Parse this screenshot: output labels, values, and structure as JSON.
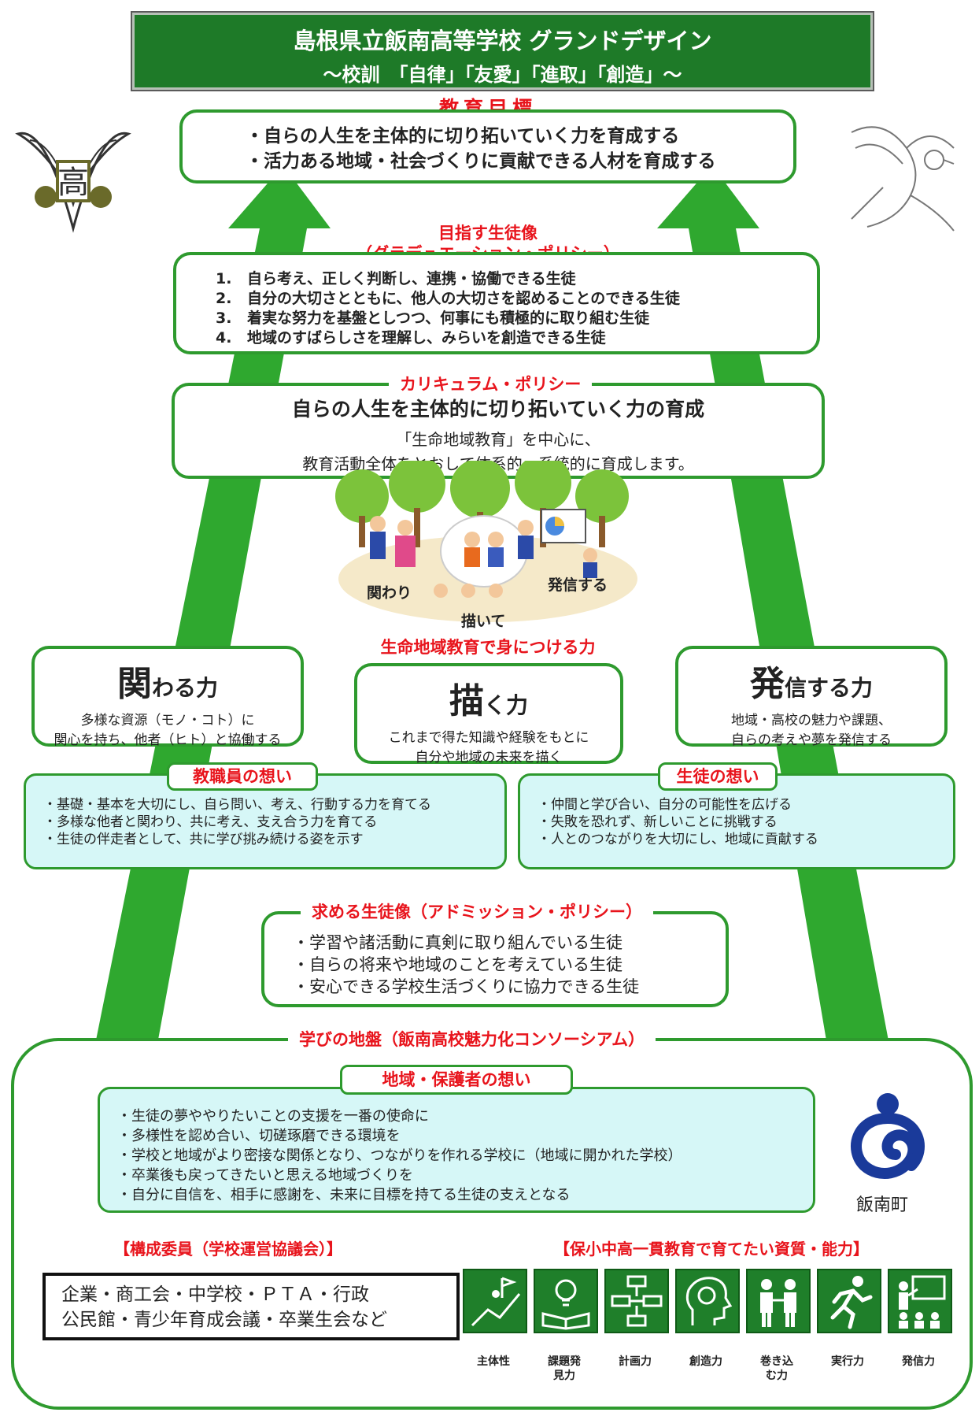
{
  "header": {
    "title": "島根県立飯南高等学校 グランドデザイン",
    "motto": "～校訓　「自律」「友愛」「進取」「創造」～"
  },
  "goals": {
    "heading": "教育目標",
    "items": [
      "・自らの人生を主体的に切り拓いていく力を育成する",
      "・活力ある地域・社会づくりに貢献できる人材を育成する"
    ]
  },
  "graduation": {
    "heading1": "目指す生徒像",
    "heading2": "（グラデュエーション・ポリシー）",
    "items": [
      {
        "num": "1.",
        "text": "自ら考え、正しく判断し、連携・協働できる生徒"
      },
      {
        "num": "2.",
        "text": "自分の大切さとともに、他人の大切さを認めることのできる生徒"
      },
      {
        "num": "3.",
        "text": "着実な努力を基盤としつつ、何事にも積極的に取り組む生徒"
      },
      {
        "num": "4.",
        "text": "地域のすばらしさを理解し、みらいを創造できる生徒"
      }
    ]
  },
  "curriculum": {
    "heading": "カリキュラム・ポリシー",
    "title": "自らの人生を主体的に切り拓いていく力の育成",
    "line1": "「生命地域教育」を中心に、",
    "line2": "教育活動全体をとおして体系的・系統的に育成します。"
  },
  "illustration": {
    "label_left": "関わり",
    "label_center": "描いて",
    "label_right": "発信する"
  },
  "skills": {
    "heading": "生命地域教育で身につける力",
    "items": [
      {
        "big": "関",
        "rest": "わる力",
        "desc1": "多様な資源（モノ・コト）に",
        "desc2": "関心を持ち、他者（ヒト）と協働する"
      },
      {
        "big": "描",
        "rest": "く力",
        "desc1": "これまで得た知識や経験をもとに",
        "desc2": "自分や地域の未来を描く"
      },
      {
        "big": "発",
        "rest": "信する力",
        "desc1": "地域・高校の魅力や課題、",
        "desc2": "自らの考えや夢を発信する"
      }
    ]
  },
  "staff": {
    "heading": "教職員の想い",
    "items": [
      "基礎・基本を大切にし、自ら問い、考え、行動する力を育てる",
      "多様な他者と関わり、共に考え、支え合う力を育てる",
      "生徒の伴走者として、共に学び挑み続ける姿を示す"
    ]
  },
  "students": {
    "heading": "生徒の想い",
    "items": [
      "仲間と学び合い、自分の可能性を広げる",
      "失敗を恐れず、新しいことに挑戦する",
      "人とのつながりを大切にし、地域に貢献する"
    ]
  },
  "admission": {
    "heading": "求める生徒像（アドミッション・ポリシー）",
    "items": [
      "学習や諸活動に真剣に取り組んでいる生徒",
      "自らの将来や地域のことを考えている生徒",
      "安心できる学校生活づくりに協力できる生徒"
    ]
  },
  "foundation": {
    "heading": "学びの地盤（飯南高校魅力化コンソーシアム）",
    "community_heading": "地域・保護者の想い",
    "community_items": [
      "生徒の夢ややりたいことの支援を一番の使命に",
      "多様性を認め合い、切磋琢磨できる環境を",
      "学校と地域がより密接な関係となり、つながりを作れる学校に（地域に開かれた学校）",
      "卒業後も戻ってきたいと思える地域づくりを",
      "自分に自信を、相手に感謝を、未来に目標を持てる生徒の支えとなる"
    ],
    "town_name": "飯南町",
    "members_heading": "【構成委員（学校運営協議会）】",
    "members_line1": "企業・商工会・中学校・ＰＴＡ・行政",
    "members_line2": "公民館・青少年育成会議・卒業生会など",
    "abilities_heading": "【保小中高一貫教育で育てたい資質・能力】",
    "abilities": [
      {
        "label": "主体性",
        "icon": "flag-climber-icon"
      },
      {
        "label": "課題発見力",
        "label1": "課題発",
        "label2": "見力",
        "icon": "lightbulb-book-icon"
      },
      {
        "label": "計画力",
        "icon": "flowchart-icon"
      },
      {
        "label": "創造力",
        "icon": "brain-head-icon"
      },
      {
        "label": "巻き込む力",
        "label1": "巻き込",
        "label2": "む力",
        "icon": "two-people-icon"
      },
      {
        "label": "実行力",
        "icon": "running-person-icon"
      },
      {
        "label": "発信力",
        "icon": "presenter-icon"
      }
    ]
  },
  "colors": {
    "green": "#2e9a2e",
    "dark_green": "#1f7f2a",
    "red": "#e8141c",
    "cyan_box": "#d6f7f7"
  }
}
